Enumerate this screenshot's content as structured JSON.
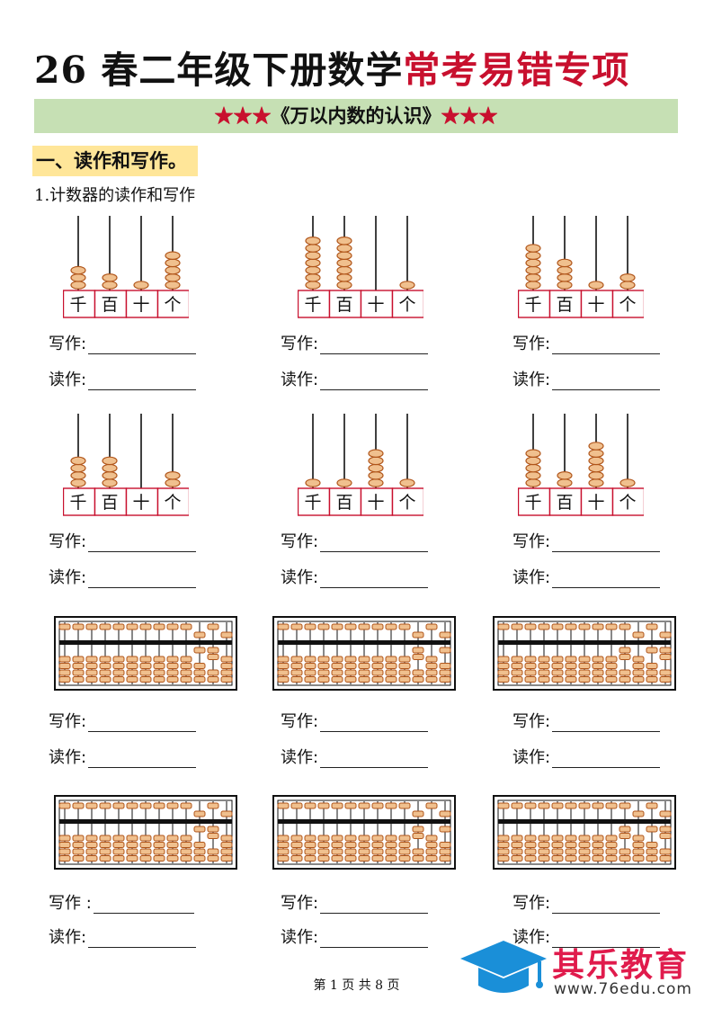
{
  "header": {
    "title_black": "26 春二年级下册数学",
    "title_red": "常考易错专项"
  },
  "banner": {
    "stars_left": "★★★",
    "text": "《万以内数的认识》",
    "stars_right": "★★★"
  },
  "section": {
    "heading": "一、读作和写作。"
  },
  "question": {
    "label": "1.计数器的读作和写作"
  },
  "place_labels": [
    "千",
    "百",
    "十",
    "个"
  ],
  "write_label": "写作:",
  "read_label": "读作:",
  "write_label_alt": "写作 :",
  "counters": [
    {
      "beads": [
        3,
        2,
        1,
        5
      ]
    },
    {
      "beads": [
        7,
        7,
        0,
        1
      ]
    },
    {
      "beads": [
        6,
        4,
        1,
        2
      ]
    },
    {
      "beads": [
        4,
        4,
        0,
        2
      ]
    },
    {
      "beads": [
        1,
        1,
        5,
        1
      ]
    },
    {
      "beads": [
        5,
        2,
        6,
        1
      ]
    }
  ],
  "abacus_count": 6,
  "footer": {
    "text": "第 1 页 共 8 页"
  },
  "brand": {
    "name": "其乐教育",
    "url": "www.76edu.com",
    "cap_color": "#1a8fd8",
    "name_color": "#e01b4c"
  },
  "colors": {
    "bead": "#f0c08e",
    "bead_stroke": "#b0551a",
    "label_box": "#c8102e",
    "red": "#c8102e",
    "banner_bg": "#c6e0b4",
    "section_bg": "#ffe699"
  }
}
